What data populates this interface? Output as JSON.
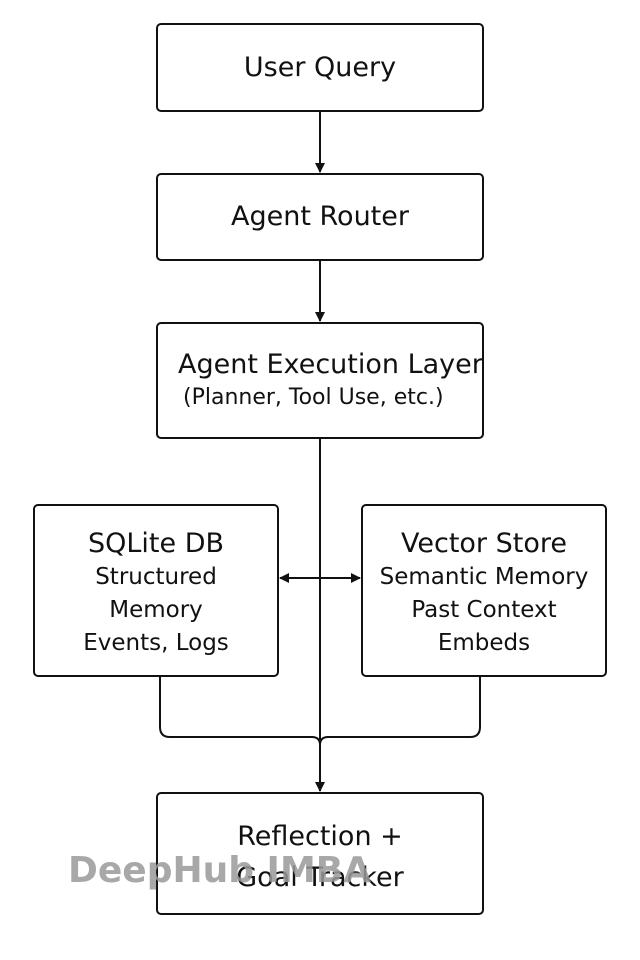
{
  "diagram": {
    "nodes": {
      "user_query": {
        "title": "User Query"
      },
      "agent_router": {
        "title": "Agent Router"
      },
      "agent_execution": {
        "title": "Agent Execution Layer",
        "subtitle": "(Planner, Tool Use, etc.)"
      },
      "sqlite_db": {
        "title": "SQLite DB",
        "lines": [
          "Structured",
          "Memory",
          "Events, Logs"
        ]
      },
      "vector_store": {
        "title": "Vector Store",
        "lines": [
          "Semantic Memory",
          "Past Context",
          "Embeds"
        ]
      },
      "reflection": {
        "lines": [
          "Reflection +",
          "Goal Tracker"
        ]
      }
    },
    "edges": [
      {
        "from": "user_query",
        "to": "agent_router",
        "style": "arrow"
      },
      {
        "from": "agent_router",
        "to": "agent_execution",
        "style": "arrow"
      },
      {
        "from": "sqlite_db",
        "to": "vector_store",
        "style": "double-arrow"
      },
      {
        "from": "agent_execution",
        "to": "reflection",
        "style": "arrow"
      },
      {
        "from": "sqlite_db",
        "to": "reflection",
        "style": "merge"
      },
      {
        "from": "vector_store",
        "to": "reflection",
        "style": "merge"
      }
    ]
  },
  "watermark": {
    "text": "DeepHub IMBA"
  },
  "colors": {
    "stroke": "#111111",
    "background": "#ffffff",
    "watermark": "#9a9a9a"
  }
}
